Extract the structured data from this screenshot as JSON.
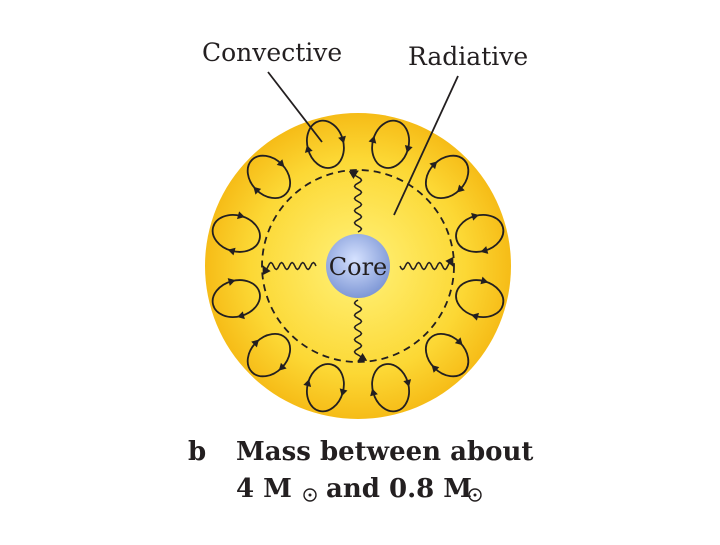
{
  "labels": {
    "convective": "Convective",
    "radiative": "Radiative",
    "core": "Core"
  },
  "caption": {
    "letter": "b",
    "line1": "Mass between about",
    "line2_a": "4 M",
    "line2_b": "and 0.8 M"
  },
  "colors": {
    "star_center": "#fff27a",
    "star_edge": "#f6bc17",
    "core_center": "#d6e2ff",
    "core_edge": "#7f98d6",
    "ink": "#231f20"
  }
}
